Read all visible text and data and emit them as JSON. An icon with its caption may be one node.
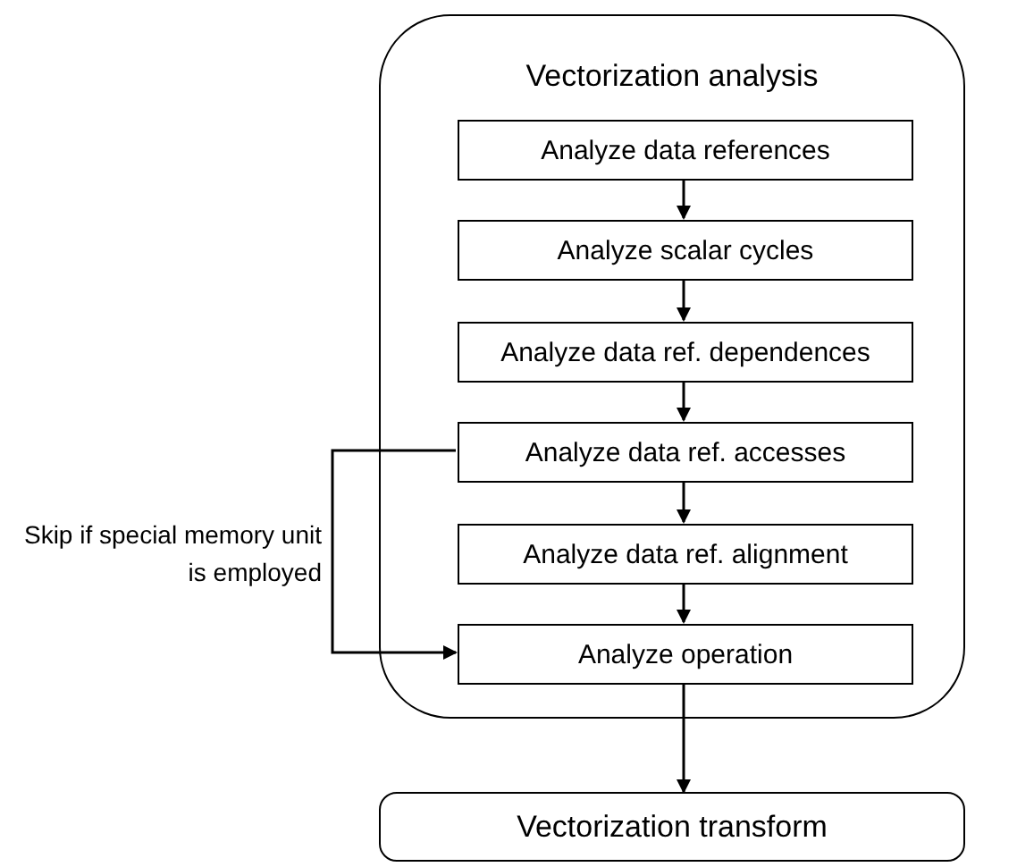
{
  "diagram": {
    "nodes": [
      {
        "text": [
          "Vectorization analysis"
        ]
      },
      {
        "text": [
          "Analyze data references"
        ],
        "in": 0
      },
      {
        "text": [
          "Analyze scalar cycles"
        ],
        "in": 0
      },
      {
        "text": [
          "Analyze data ref. dependences"
        ],
        "in": 0
      },
      {
        "text": [
          "Analyze data ref. accesses"
        ],
        "in": 0
      },
      {
        "text": [
          "Analyze data ref. alignment"
        ],
        "in": 0
      },
      {
        "text": [
          "Analyze operation"
        ],
        "in": 0
      },
      {
        "text": [
          "Vectorization transform"
        ]
      }
    ],
    "edges": [
      {
        "from": 1,
        "to": 2,
        "arrow": "to"
      },
      {
        "from": 2,
        "to": 3,
        "arrow": "to"
      },
      {
        "from": 3,
        "to": 4,
        "arrow": "to"
      },
      {
        "from": 4,
        "to": 5,
        "arrow": "to"
      },
      {
        "from": 5,
        "to": 6,
        "arrow": "to"
      },
      {
        "from": 6,
        "to": 7,
        "arrow": "to"
      },
      {
        "from": 4,
        "to": 6,
        "arrow": "to",
        "label": "Skip if special memory unit is employed"
      }
    ]
  }
}
